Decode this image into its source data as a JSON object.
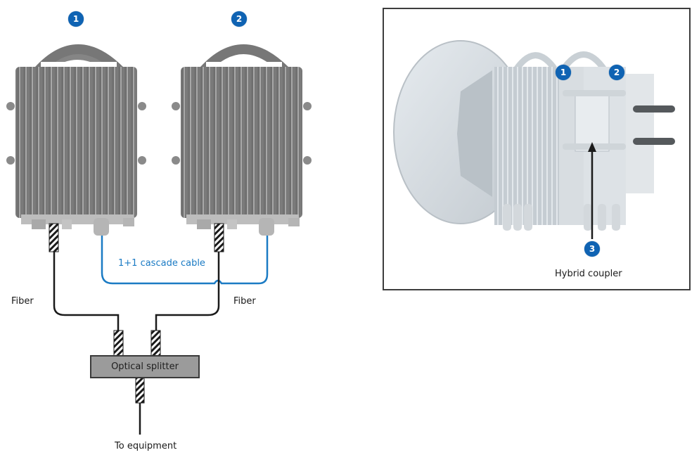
{
  "left_diagram": {
    "odu_1": {
      "badge": "1"
    },
    "odu_2": {
      "badge": "2"
    },
    "cascade_cable_label": "1+1 cascade cable",
    "fiber_left_label": "Fiber",
    "fiber_right_label": "Fiber",
    "splitter_label": "Optical splitter",
    "output_label": "To equipment"
  },
  "right_photo": {
    "badge_1": "1",
    "badge_2": "2",
    "badge_3": "3",
    "coupler_label": "Hybrid coupler"
  },
  "colors": {
    "badge_blue": "#0f63b3",
    "cascade_blue": "#1b7bc4",
    "odu_gray": "#7a7a7a",
    "photo_gray": "#d4d9dd"
  }
}
